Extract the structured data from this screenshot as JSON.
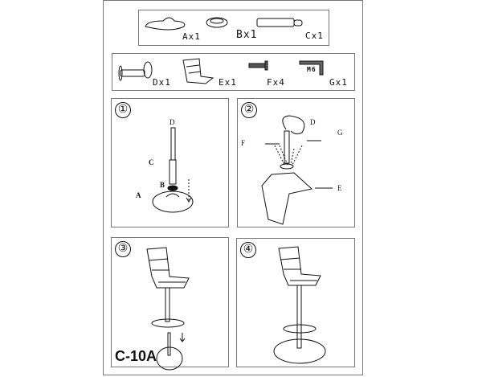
{
  "parts_row1": [
    {
      "id": "A",
      "label": "Ax1"
    },
    {
      "id": "B",
      "label": "Bx1"
    },
    {
      "id": "C",
      "label": "Cx1"
    }
  ],
  "parts_row2": [
    {
      "id": "D",
      "label": "Dx1"
    },
    {
      "id": "E",
      "label": "Ex1"
    },
    {
      "id": "F",
      "label": "Fx4"
    },
    {
      "id": "G",
      "label": "Gx1"
    }
  ],
  "hex_key_mark": "M6",
  "steps": [
    {
      "number": "①",
      "callouts": {
        "top": "D",
        "c": "C",
        "b": "B",
        "a": "A"
      }
    },
    {
      "number": "②",
      "callouts": {
        "d": "D",
        "g": "G",
        "f": "F",
        "e": "E"
      }
    },
    {
      "number": "③"
    },
    {
      "number": "④"
    }
  ],
  "model_code": "C-10A"
}
